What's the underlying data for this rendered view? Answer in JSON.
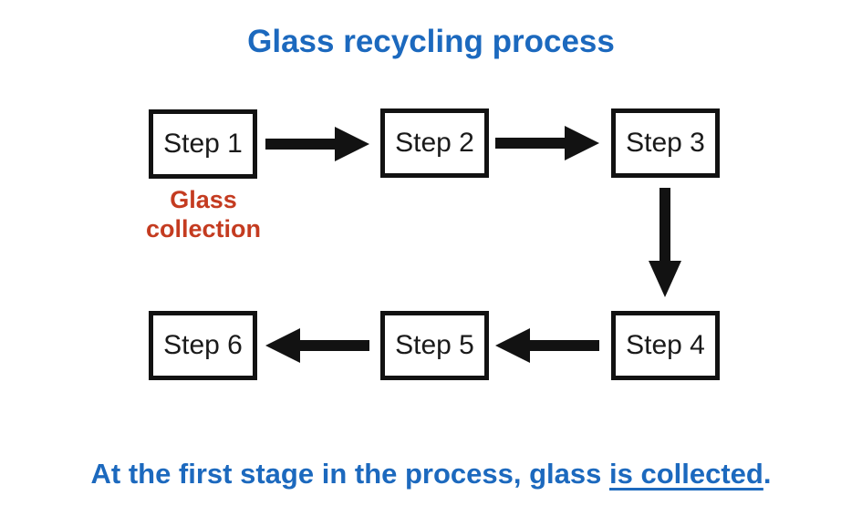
{
  "title": "Glass recycling process",
  "steps": [
    {
      "label": "Step 1"
    },
    {
      "label": "Step 2"
    },
    {
      "label": "Step 3"
    },
    {
      "label": "Step 4"
    },
    {
      "label": "Step 5"
    },
    {
      "label": "Step 6"
    }
  ],
  "annotations": {
    "step1": "Glass collection"
  },
  "connections": [
    {
      "from": "Step 1",
      "to": "Step 2",
      "direction": "right"
    },
    {
      "from": "Step 2",
      "to": "Step 3",
      "direction": "right"
    },
    {
      "from": "Step 3",
      "to": "Step 4",
      "direction": "down"
    },
    {
      "from": "Step 4",
      "to": "Step 5",
      "direction": "left"
    },
    {
      "from": "Step 5",
      "to": "Step 6",
      "direction": "left"
    }
  ],
  "caption": {
    "prefix": "At the first stage in the process, glass ",
    "underlined": "is collected",
    "suffix": "."
  },
  "colors": {
    "title_text": "#1c69be",
    "caption_text": "#1c69be",
    "annotation_text": "#c43b20",
    "box_border": "#121212",
    "arrow": "#121212",
    "background": "#ffffff"
  }
}
